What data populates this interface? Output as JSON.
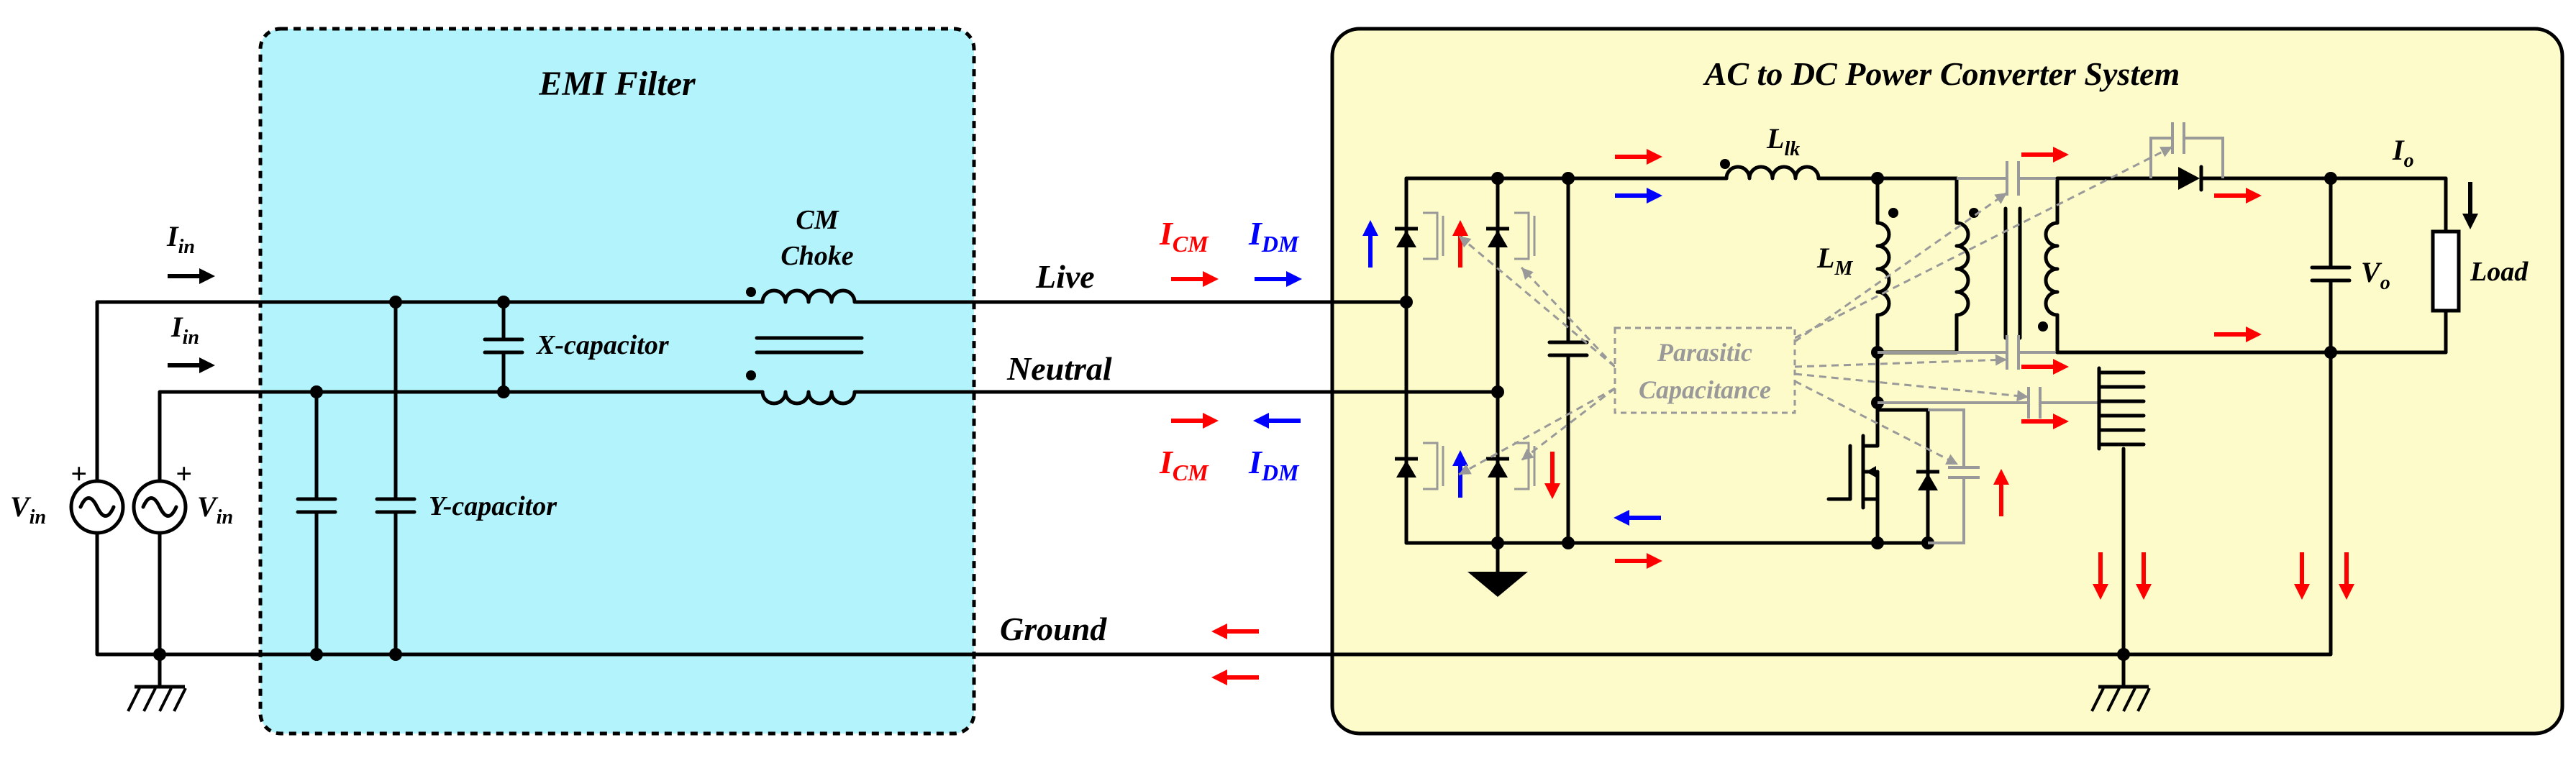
{
  "labels": {
    "emi_title": "EMI Filter",
    "ac_dc_title": "AC to DC Power Converter System",
    "cm_choke_line1": "CM",
    "cm_choke_line2": "Choke",
    "x_cap": "X-capacitor",
    "y_cap": "Y-capacitor",
    "live": "Live",
    "neutral": "Neutral",
    "ground": "Ground",
    "iin_main": "I",
    "iin_sub": "in",
    "vin_main": "V",
    "vin_sub": "in",
    "icm_main": "I",
    "icm_sub": "CM",
    "idm_main": "I",
    "idm_sub": "DM",
    "llk_main": "L",
    "llk_sub": "lk",
    "lm_main": "L",
    "lm_sub": "M",
    "io_main": "I",
    "io_sub": "o",
    "vo_main": "V",
    "vo_sub": "o",
    "load": "Load",
    "parasitic_line1": "Parasitic",
    "parasitic_line2": "Capacitance",
    "plus": "+"
  },
  "colors": {
    "emi_fill": "#b3f3fb",
    "converter_fill": "#fdfbc9",
    "cm_current": "#ff0000",
    "dm_current": "#0000ff",
    "parasitic": "#999999"
  }
}
